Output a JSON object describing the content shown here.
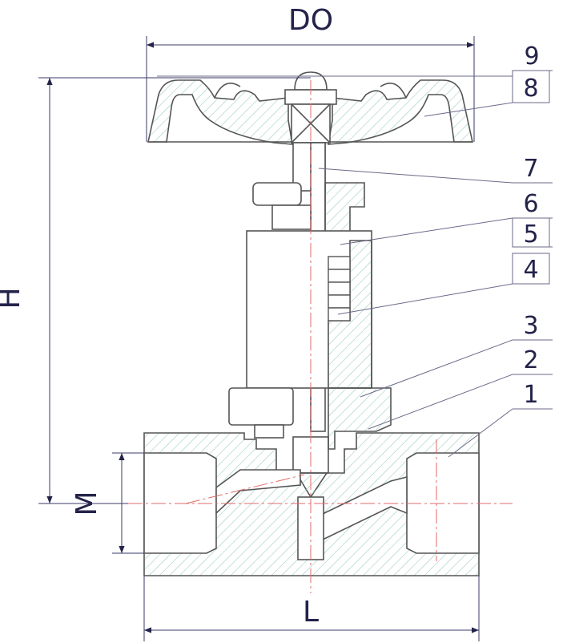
{
  "dimensions": {
    "do": "DO",
    "h": "H",
    "m": "M",
    "l": "L"
  },
  "part_numbers": [
    "1",
    "2",
    "3",
    "4",
    "5",
    "6",
    "7",
    "8",
    "9"
  ],
  "colors": {
    "outline": "#555555",
    "hatch": "#8cc7b8",
    "centerline": "#e26a6a",
    "dimension": "#23234a"
  }
}
